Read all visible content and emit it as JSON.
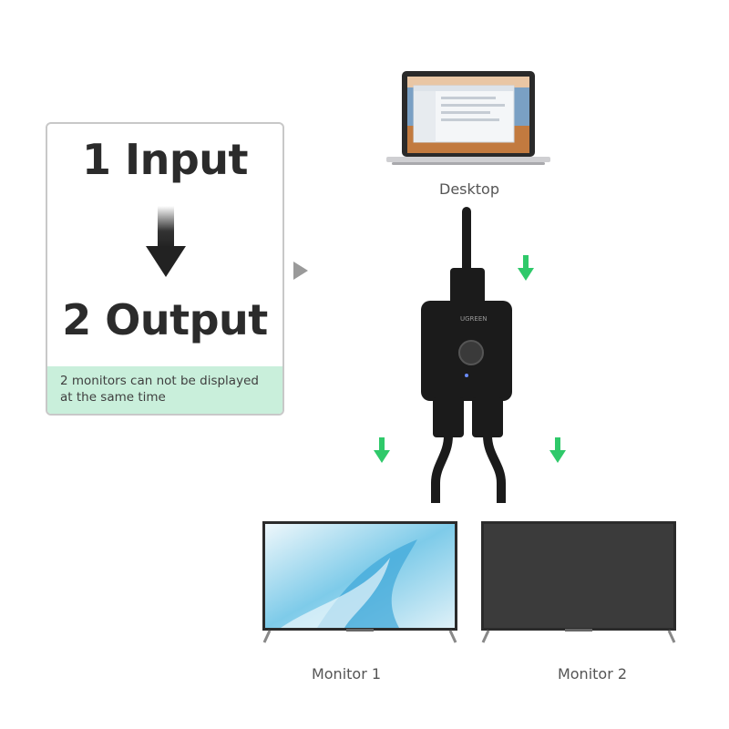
{
  "panel": {
    "title_input": "1 Input",
    "title_output": "2 Output",
    "note": "2 monitors can not be displayed at the same time"
  },
  "labels": {
    "desktop": "Desktop",
    "monitor1": "Monitor 1",
    "monitor2": "Monitor 2"
  },
  "switch": {
    "brand": "UGREEN"
  },
  "colors": {
    "green_arrow": "#2fc96a",
    "note_bg": "#c9efdb",
    "device_black": "#1b1b1b"
  }
}
